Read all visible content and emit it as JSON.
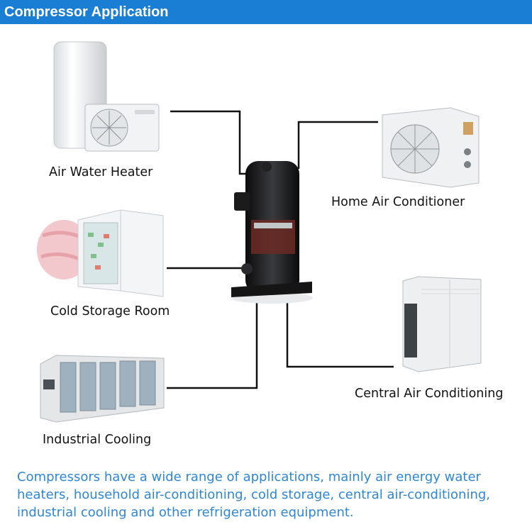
{
  "header": {
    "title": "Compressor Application"
  },
  "applications": {
    "air_water_heater": "Air Water Heater",
    "cold_storage_room": "Cold Storage Room",
    "industrial_cooling": "Industrial Cooling",
    "home_air_conditioner": "Home Air Conditioner",
    "central_air_conditioning": "Central Air Conditioning"
  },
  "description": "Compressors have a wide range of applications, mainly air energy water heaters, household air-conditioning, cold storage, central air-conditioning, industrial cooling and other refrigeration equipment.",
  "colors": {
    "header_bg": "#1a7fd4",
    "description_text": "#2e86d6",
    "connector": "#111111"
  }
}
